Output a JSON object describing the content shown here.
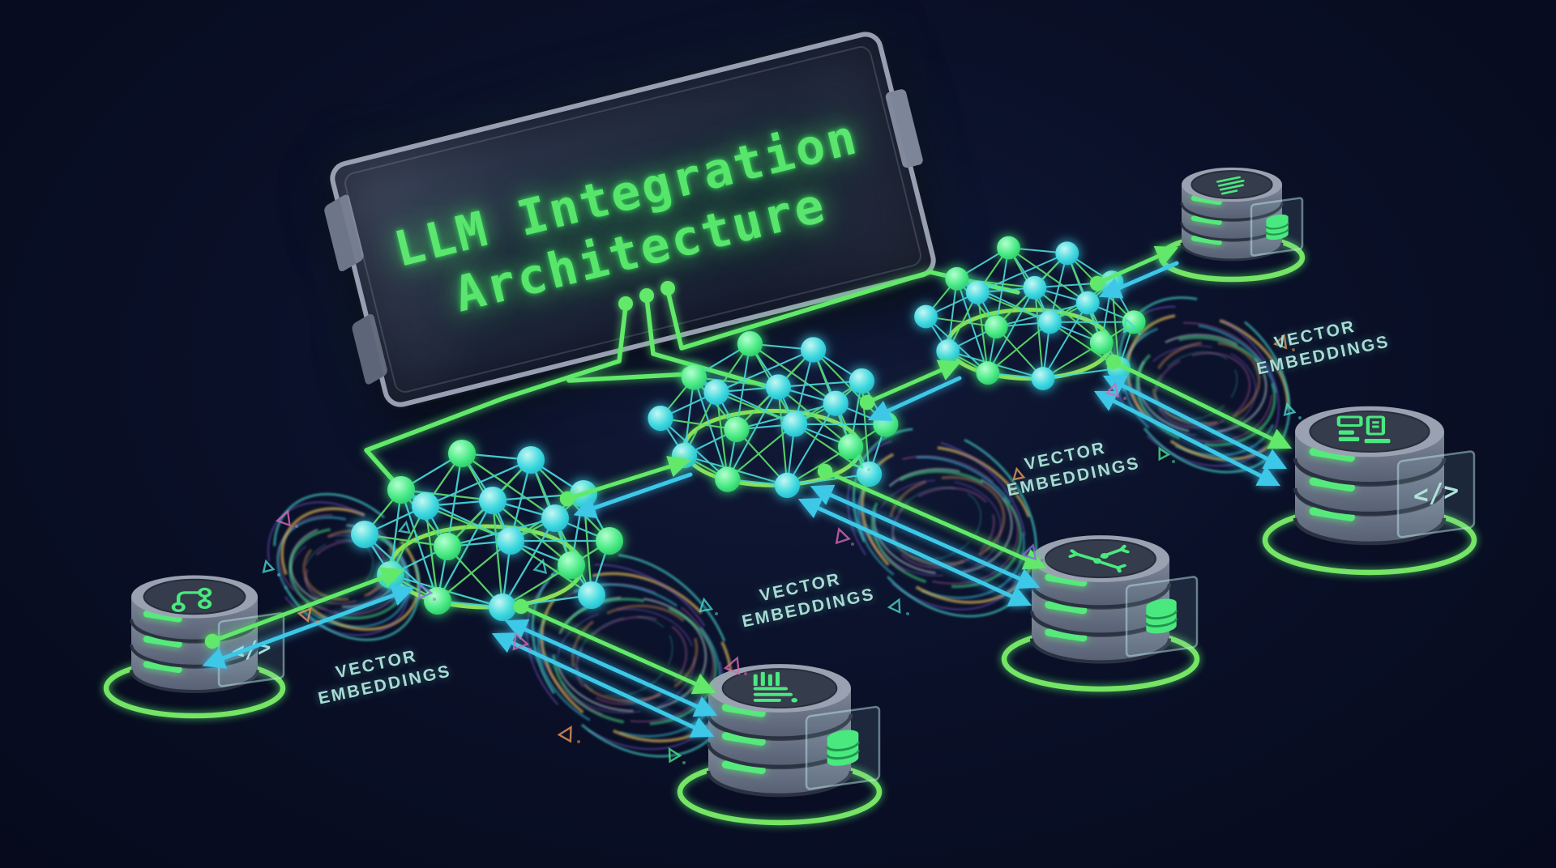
{
  "title": {
    "line1": "LLM Integration",
    "line2": "Architecture"
  },
  "vector_labels": [
    {
      "line1": "VECTOR",
      "line2": "EMBEDDINGS"
    },
    {
      "line1": "VECTOR",
      "line2": "EMBEDDINGS"
    },
    {
      "line1": "VECTOR",
      "line2": "EMBEDDINGS"
    },
    {
      "line1": "VECTOR",
      "line2": "EMBEDDINGS"
    }
  ],
  "glyphs": {
    "code": "</>"
  },
  "components": {
    "clusters": [
      {
        "name": "neural-network-left"
      },
      {
        "name": "neural-network-middle"
      },
      {
        "name": "neural-network-right"
      }
    ],
    "databases": [
      {
        "name": "database-bottom-left",
        "top_icon": "git-branch-icon",
        "panel_icon": "code-icon"
      },
      {
        "name": "database-bottom-center",
        "top_icon": "text-lines-icon",
        "panel_icon": "database-icon"
      },
      {
        "name": "database-mid-right",
        "top_icon": "share-network-icon",
        "panel_icon": "database-icon"
      },
      {
        "name": "database-far-right",
        "top_icon": "layout-blocks-icon",
        "panel_icon": "code-icon"
      },
      {
        "name": "database-top-right",
        "top_icon": "doc-lines-icon",
        "panel_icon": "database-icon"
      }
    ]
  },
  "colors": {
    "background": "#0a1028",
    "accent_green": "#62e96a",
    "accent_cyan": "#3cc8e8",
    "node_green": "#3ce87d",
    "node_cyan": "#3ed3e0",
    "ring_green": "#7cf068",
    "cluster_ring_green": "#93ec5a",
    "title_green": "#58e56c",
    "label_teal": "#a7dbd6",
    "db_icon_green": "#4ae97f"
  }
}
